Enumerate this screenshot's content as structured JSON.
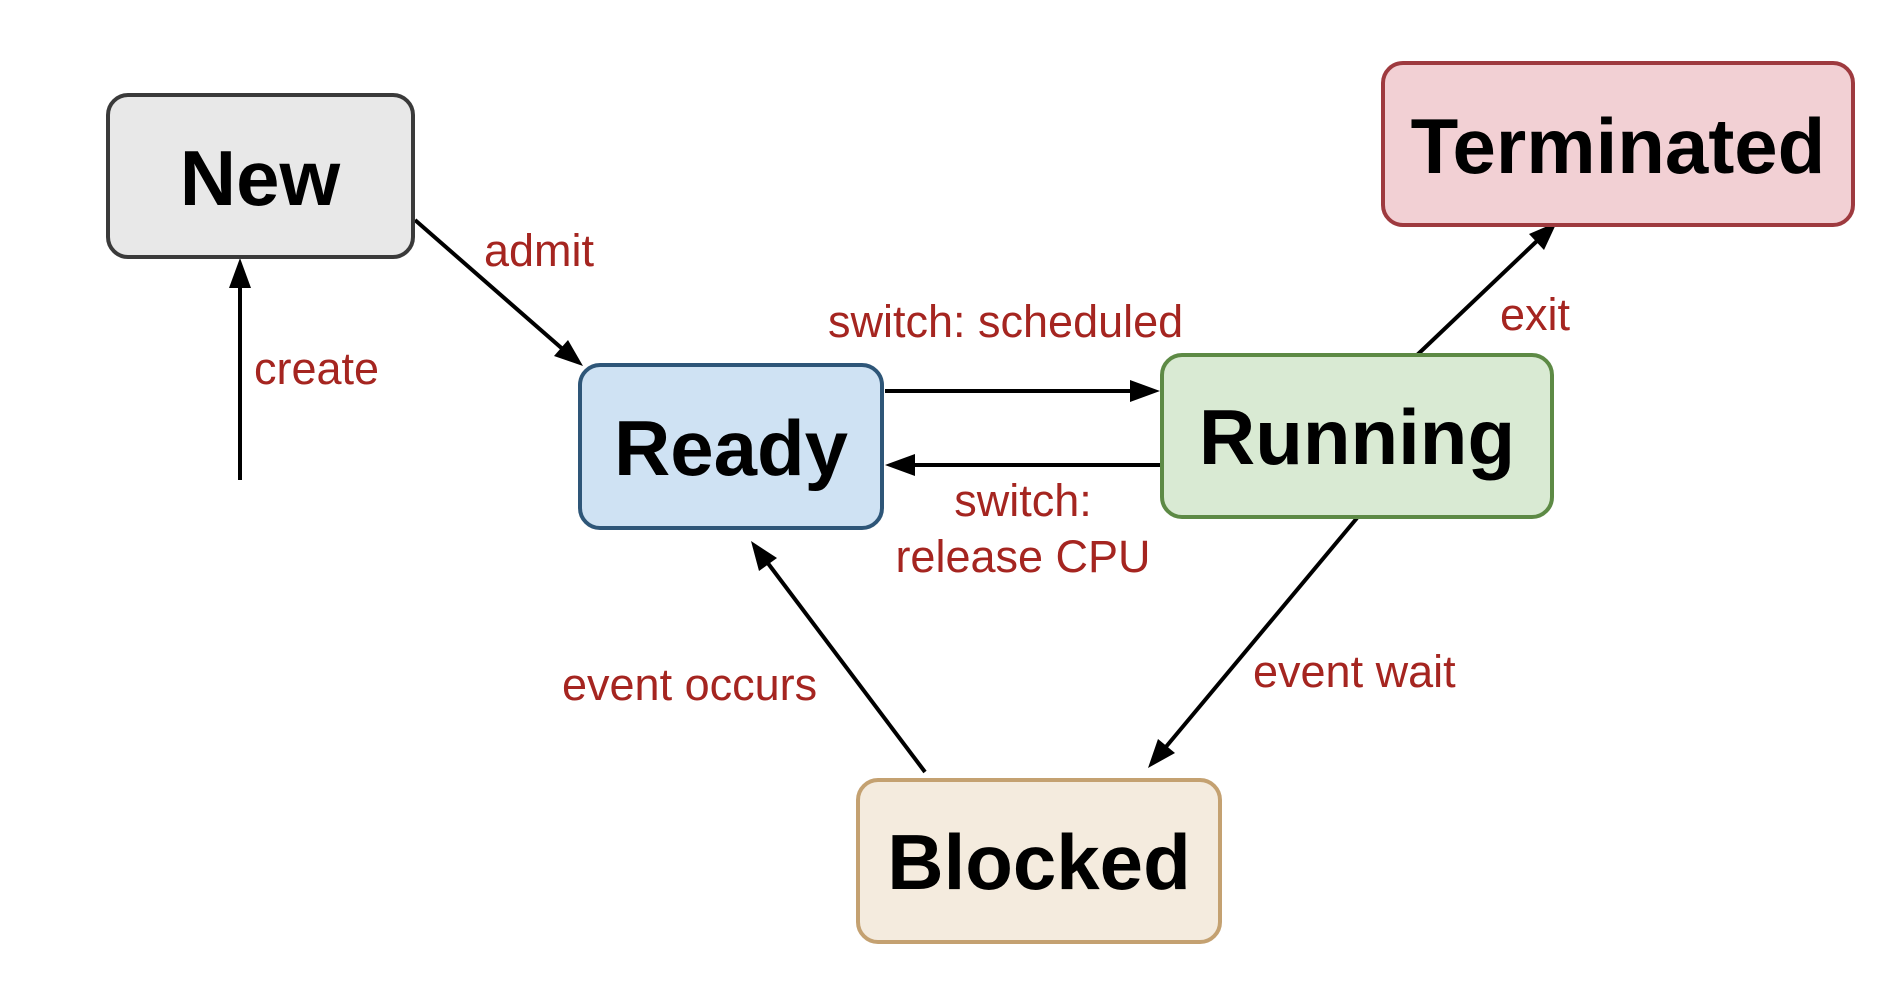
{
  "states": {
    "new": {
      "label": "New",
      "fill": "#e8e8e8",
      "stroke": "#3a3a3a"
    },
    "ready": {
      "label": "Ready",
      "fill": "#cfe2f3",
      "stroke": "#2e5678"
    },
    "running": {
      "label": "Running",
      "fill": "#d9ead3",
      "stroke": "#5d8a45"
    },
    "terminated": {
      "label": "Terminated",
      "fill": "#f2d0d4",
      "stroke": "#9e3a3f"
    },
    "blocked": {
      "label": "Blocked",
      "fill": "#f4ebde",
      "stroke": "#c4a171"
    }
  },
  "transitions": {
    "create": {
      "label": "create",
      "to": "new"
    },
    "admit": {
      "label": "admit",
      "from": "new",
      "to": "ready"
    },
    "scheduled": {
      "label": "switch: scheduled",
      "from": "ready",
      "to": "running"
    },
    "release": {
      "line1": "switch:",
      "line2": "release CPU",
      "from": "running",
      "to": "ready"
    },
    "exit": {
      "label": "exit",
      "from": "running",
      "to": "terminated"
    },
    "event_wait": {
      "label": "event wait",
      "from": "running",
      "to": "blocked"
    },
    "event_occurs": {
      "label": "event occurs",
      "from": "blocked",
      "to": "ready"
    }
  },
  "colors": {
    "edge_label": "#a52520",
    "arrow": "#000000"
  }
}
